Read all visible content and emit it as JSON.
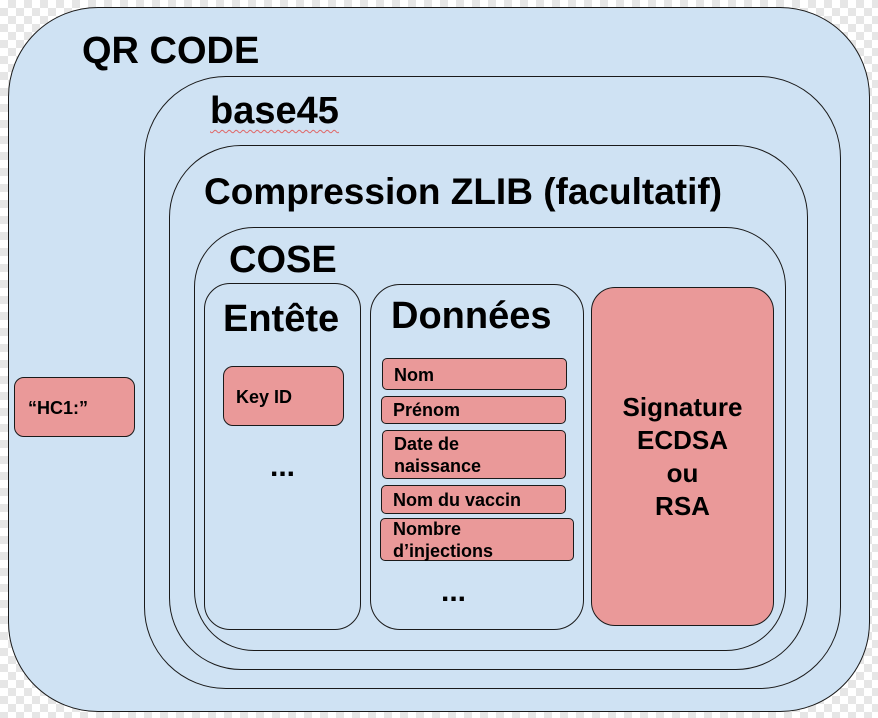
{
  "qr_code": {
    "title": "QR CODE"
  },
  "prefix": {
    "label": "“HC1:”"
  },
  "base45": {
    "title": "base45"
  },
  "compression": {
    "title": "Compression ZLIB (facultatif)"
  },
  "cose": {
    "title": "COSE"
  },
  "entete": {
    "title": "Entête",
    "key_id": "Key ID",
    "ellipsis": "..."
  },
  "donnees": {
    "title": "Données",
    "fields": {
      "nom": "Nom",
      "prenom": "Prénom",
      "date_naissance_1": "Date de",
      "date_naissance_2": "naissance",
      "nom_vaccin": "Nom du vaccin",
      "nombre_injections_1": "Nombre",
      "nombre_injections_2": "d’injections"
    },
    "ellipsis": "..."
  },
  "signature": {
    "line1": "Signature",
    "line2": "ECDSA",
    "line3": "ou",
    "line4": "RSA"
  },
  "colors": {
    "container_fill": "#cfe2f3",
    "item_fill": "#ea9999",
    "border": "#1a1a1a"
  }
}
